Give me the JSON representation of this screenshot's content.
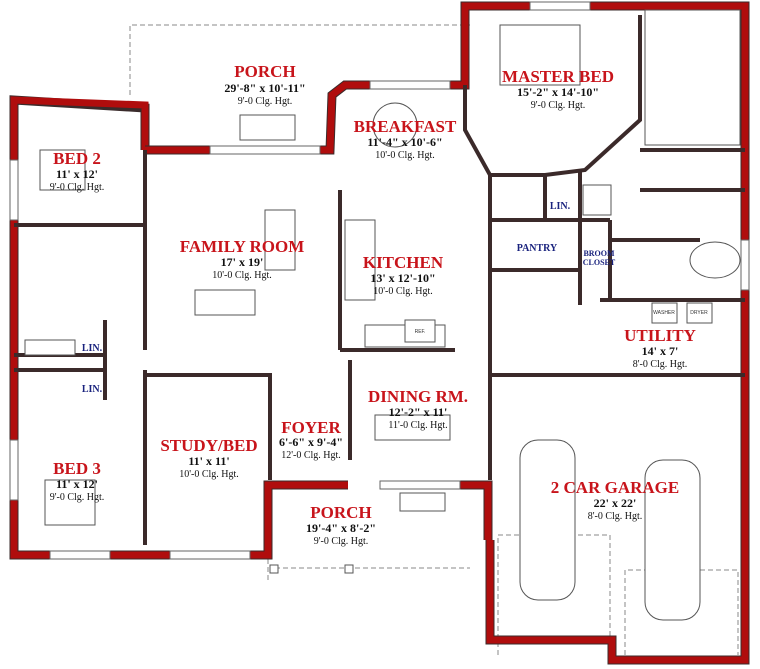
{
  "rooms": {
    "porch_rear": {
      "name": "PORCH",
      "size": "29'-8\" x 10'-11\"",
      "ceiling": "9'-0 Clg. Hgt."
    },
    "master_bed": {
      "name": "MASTER BED",
      "size": "15'-2\" x 14'-10\"",
      "ceiling": "9'-0 Clg. Hgt."
    },
    "breakfast": {
      "name": "BREAKFAST",
      "size": "11'-4\" x 10'-6\"",
      "ceiling": "10'-0 Clg. Hgt."
    },
    "bed2": {
      "name": "BED 2",
      "size": "11' x 12'",
      "ceiling": "9'-0 Clg. Hgt."
    },
    "family_room": {
      "name": "FAMILY ROOM",
      "size": "17' x 19'",
      "ceiling": "10'-0 Clg. Hgt."
    },
    "kitchen": {
      "name": "KITCHEN",
      "size": "13' x 12'-10\"",
      "ceiling": "10'-0 Clg. Hgt."
    },
    "utility": {
      "name": "UTILITY",
      "size": "14' x 7'",
      "ceiling": "8'-0 Clg. Hgt."
    },
    "dining": {
      "name": "DINING RM.",
      "size": "12'-2\" x 11'",
      "ceiling": "11'-0 Clg. Hgt."
    },
    "foyer": {
      "name": "FOYER",
      "size": "6'-6\" x 9'-4\"",
      "ceiling": "12'-0 Clg. Hgt."
    },
    "study": {
      "name": "STUDY/BED",
      "size": "11' x 11'",
      "ceiling": "10'-0 Clg. Hgt."
    },
    "bed3": {
      "name": "BED 3",
      "size": "11' x 12'",
      "ceiling": "9'-0 Clg. Hgt."
    },
    "porch_front": {
      "name": "PORCH",
      "size": "19'-4\" x 8'-2\"",
      "ceiling": "9'-0 Clg. Hgt."
    },
    "garage": {
      "name": "2 CAR GARAGE",
      "size": "22' x 22'",
      "ceiling": "8'-0 Clg. Hgt."
    }
  },
  "small_labels": {
    "lin_master": "LIN.",
    "pantry": "PANTRY",
    "broom_closet_1": "BROOM",
    "broom_closet_2": "CLOSET",
    "lin_bath_1": "LIN.",
    "lin_bath_2": "LIN.",
    "ref": "REF.",
    "washer": "WASHER",
    "dryer": "DRYER"
  },
  "colors": {
    "exterior_wall": "#b00d0d",
    "interior_wall": "#3b2a2a",
    "room_name": "#c8141b",
    "closet_label": "#1a237e"
  }
}
